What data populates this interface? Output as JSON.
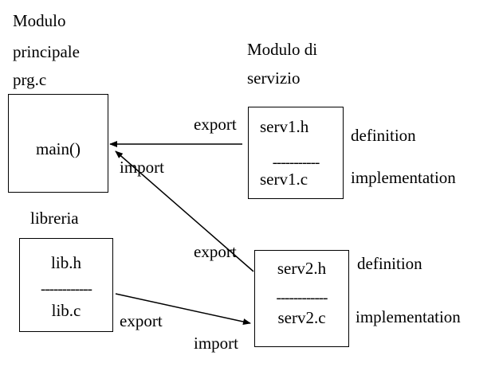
{
  "main_module": {
    "title_lines": [
      "Modulo",
      "principale",
      "prg.c"
    ],
    "function": "main()"
  },
  "service_module": {
    "title_lines": [
      "Modulo di",
      "servizio"
    ]
  },
  "serv1": {
    "header": "serv1.h",
    "separator": "-----------",
    "source": "serv1.c",
    "definition_label": "definition",
    "implementation_label": "implementation"
  },
  "serv2": {
    "header": "serv2.h",
    "separator": "------------",
    "source": "serv2.c",
    "definition_label": "definition",
    "implementation_label": "implementation"
  },
  "library": {
    "title": "libreria",
    "header": "lib.h",
    "separator": "------------",
    "source": "lib.c"
  },
  "edges": {
    "serv1_export": "export",
    "main_import": "import",
    "serv2_export": "export",
    "lib_export": "export",
    "serv2_import": "import"
  }
}
